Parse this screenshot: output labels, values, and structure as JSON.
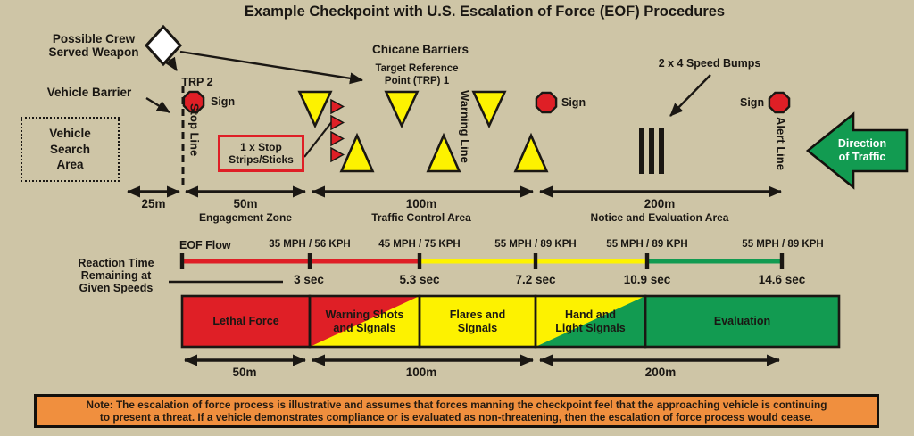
{
  "title": "Example Checkpoint with U.S. Escalation of Force (EOF) Procedures",
  "colors": {
    "background": "#cec5a6",
    "red": "#df1f26",
    "yellow": "#fdf200",
    "green": "#129b51",
    "orange": "#f08f3e",
    "ink": "#1a1713",
    "white": "#ffffff"
  },
  "map": {
    "crew_weapon": {
      "line1": "Possible Crew",
      "line2": "Served Weapon"
    },
    "vehicle_barrier": "Vehicle Barrier",
    "vehicle_search": {
      "line1": "Vehicle",
      "line2": "Search",
      "line3": "Area"
    },
    "trp2": "TRP 2",
    "sign": "Sign",
    "chicane": "Chicane Barriers",
    "trp1": {
      "line1": "Target Reference",
      "line2": "Point (TRP) 1"
    },
    "stop_strips": {
      "line1": "1 x Stop",
      "line2": "Strips/Sticks"
    },
    "speed_bumps": "2 x 4 Speed Bumps",
    "stop_line": "Stop Line",
    "warning_line": "Warning Line",
    "alert_line": "Alert Line",
    "direction": {
      "line1": "Direction",
      "line2": "of Traffic"
    }
  },
  "zones": [
    {
      "distance": "25m",
      "name": ""
    },
    {
      "distance": "50m",
      "name": "Engagement Zone"
    },
    {
      "distance": "100m",
      "name": "Traffic Control Area"
    },
    {
      "distance": "200m",
      "name": "Notice and Evaluation Area"
    }
  ],
  "eof": {
    "flow_label": "EOF Flow",
    "reaction": {
      "line1": "Reaction Time",
      "line2": "Remaining at",
      "line3": "Given Speeds"
    },
    "steps": [
      {
        "speed": "35 MPH / 56 KPH",
        "time": "3 sec"
      },
      {
        "speed": "45 MPH / 75 KPH",
        "time": "5.3 sec"
      },
      {
        "speed": "55 MPH / 89 KPH",
        "time": "7.2 sec"
      },
      {
        "speed": "55 MPH / 89 KPH",
        "time": "10.9 sec"
      },
      {
        "speed": "55 MPH / 89 KPH",
        "time": "14.6 sec"
      }
    ],
    "bars": [
      {
        "line1": "Lethal Force",
        "line2": ""
      },
      {
        "line1": "Warning Shots",
        "line2": "and Signals"
      },
      {
        "line1": "Flares and",
        "line2": "Signals"
      },
      {
        "line1": "Hand and",
        "line2": "Light Signals"
      },
      {
        "line1": "Evaluation",
        "line2": ""
      }
    ],
    "bottom_distances": [
      "50m",
      "100m",
      "200m"
    ]
  },
  "note": {
    "line1": "Note: The escalation of force process is illustrative and assumes that forces manning the checkpoint feel that the approaching vehicle is continuing",
    "line2": "to present a threat. If a vehicle demonstrates compliance or is evaluated as non-threatening, then the escalation of force process would cease."
  }
}
